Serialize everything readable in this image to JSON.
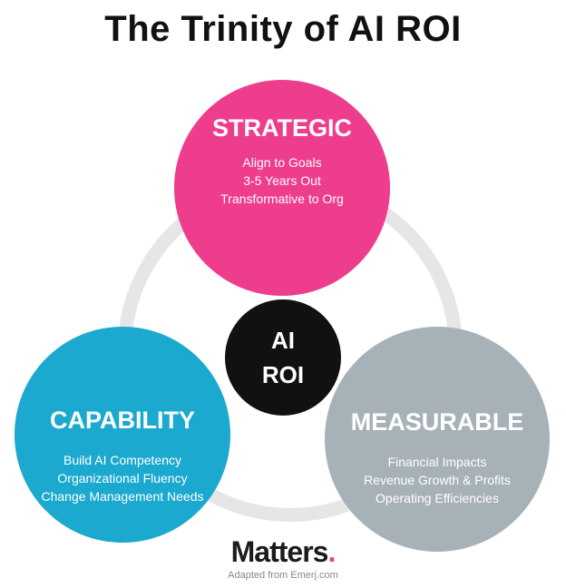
{
  "title": "The Trinity of AI ROI",
  "center": {
    "line1": "AI",
    "line2": "ROI"
  },
  "strategic": {
    "heading": "STRATEGIC",
    "lines": [
      "Align to Goals",
      "3-5 Years Out",
      "Transformative to Org"
    ]
  },
  "capability": {
    "heading": "CAPABILITY",
    "lines": [
      "Build AI Competency",
      "Organizational Fluency",
      "Change Management Needs"
    ]
  },
  "measurable": {
    "heading": "MEASURABLE",
    "lines": [
      "Financial Impacts",
      "Revenue Growth & Profits",
      "Operating Efficiencies"
    ]
  },
  "logo": {
    "text": "Matters",
    "dot": "."
  },
  "credit": "Adapted from Emerj.com",
  "colors": {
    "strategic": "#ee3d8d",
    "capability": "#1ba9cf",
    "measurable": "#a7b2b8",
    "center": "#111111",
    "ring": "#e6e6e6"
  }
}
